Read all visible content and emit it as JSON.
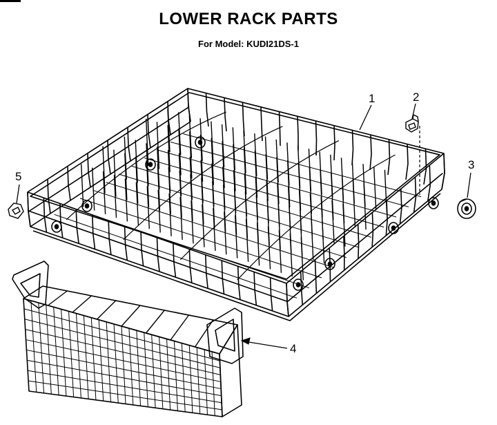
{
  "header": {
    "title": "LOWER RACK PARTS",
    "model_line": "For Model: KUDI21DS-1"
  },
  "callouts": [
    {
      "number": "1",
      "part": "lower-rack"
    },
    {
      "number": "2",
      "part": "clip"
    },
    {
      "number": "3",
      "part": "wheel"
    },
    {
      "number": "4",
      "part": "silverware-basket"
    },
    {
      "number": "5",
      "part": "bumper"
    }
  ],
  "colors": {
    "line": "#000000",
    "background": "#ffffff"
  }
}
